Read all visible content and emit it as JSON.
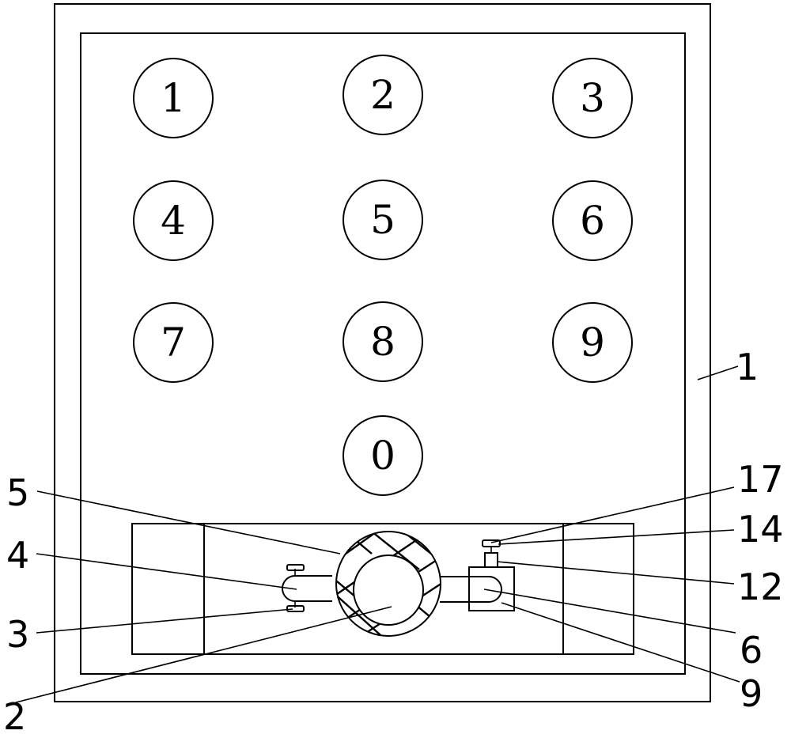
{
  "keypad": {
    "keys": [
      "1",
      "2",
      "3",
      "4",
      "5",
      "6",
      "7",
      "8",
      "9",
      "0"
    ]
  },
  "callouts": {
    "c1": "1",
    "c2": "2",
    "c3": "3",
    "c4": "4",
    "c5": "5",
    "c6": "6",
    "c9": "9",
    "c12": "12",
    "c14": "14",
    "c17": "17"
  },
  "colors": {
    "stroke": "#000000",
    "background": "#ffffff"
  }
}
